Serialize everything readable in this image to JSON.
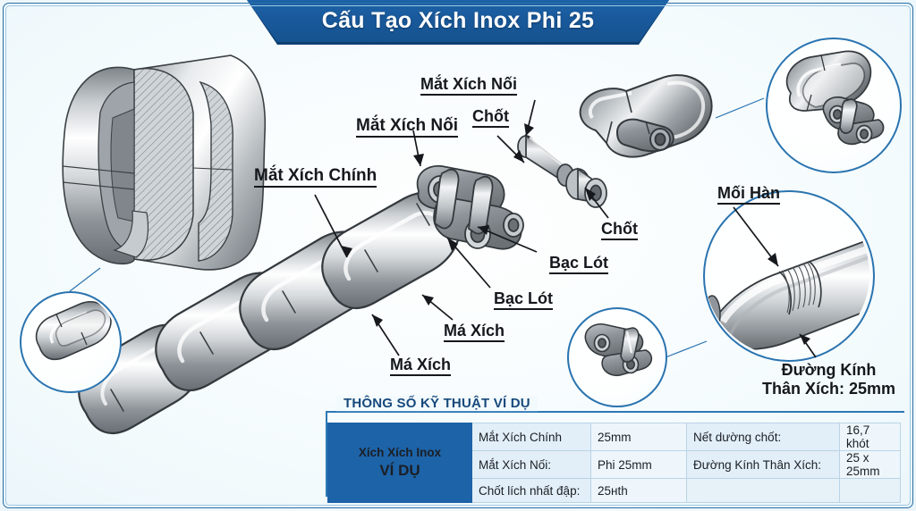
{
  "banner": {
    "title": "Cấu Tạo Xích Inox Phi 25"
  },
  "labels": {
    "main_link": "Mắt Xích Chính",
    "connecting_link_left": "Mắt Xích Nối",
    "connecting_link_top": "Mắt Xích Nối",
    "pin_top": "Chốt",
    "pin_right": "Chốt",
    "bushing_upper": "Bạc Lót",
    "bushing_lower": "Bạc Lót",
    "plate_upper": "Má Xích",
    "plate_lower": "Má Xích",
    "weld": "Mối Hàn",
    "diameter_line1": "Đường Kính",
    "diameter_line2": "Thân Xích: 25mm"
  },
  "spec": {
    "legend": "THÔNG SỐ KỸ THUẬT VÍ DỤ",
    "brand_line1": "Xích Xích Inox",
    "brand_line2": "VÍ DỤ",
    "rows": [
      {
        "k1": "Mắt Xích Chính",
        "v1": "25mm",
        "k2": "Nết dường chốt:",
        "v2": "16,7 khót"
      },
      {
        "k1": "Mắt Xích Nối:",
        "v1": "Phi 25mm",
        "k2": "Đường Kính Thân Xích:",
        "v2": "25 x 25mm"
      },
      {
        "k1": "Chốt lích nhất đập:",
        "v1": "25нth",
        "k2": "",
        "v2": ""
      }
    ]
  },
  "colors": {
    "brand_blue": "#1d63a8",
    "frame_blue": "#2a6da6",
    "metal_light": "#f2f3f4",
    "metal_mid": "#9fa4a8",
    "metal_dark": "#5d6266"
  },
  "figures": {
    "cutaway_link": "cutaway-chain-link-illustration",
    "main_chain": "welded-chain-strand-illustration",
    "roller_link": "roller-chain-link-illustration",
    "pin": "chain-pin-illustration",
    "bushing": "chain-bushing-illustration",
    "shackle": "d-shackle-illustration",
    "weld_tube": "welded-tube-closeup-illustration",
    "circle_topright": "link-and-roller-detail",
    "circle_bottomleft": "single-link-detail",
    "circle_midbottom": "roller-link-detail",
    "circle_weld": "weld-seam-detail"
  }
}
